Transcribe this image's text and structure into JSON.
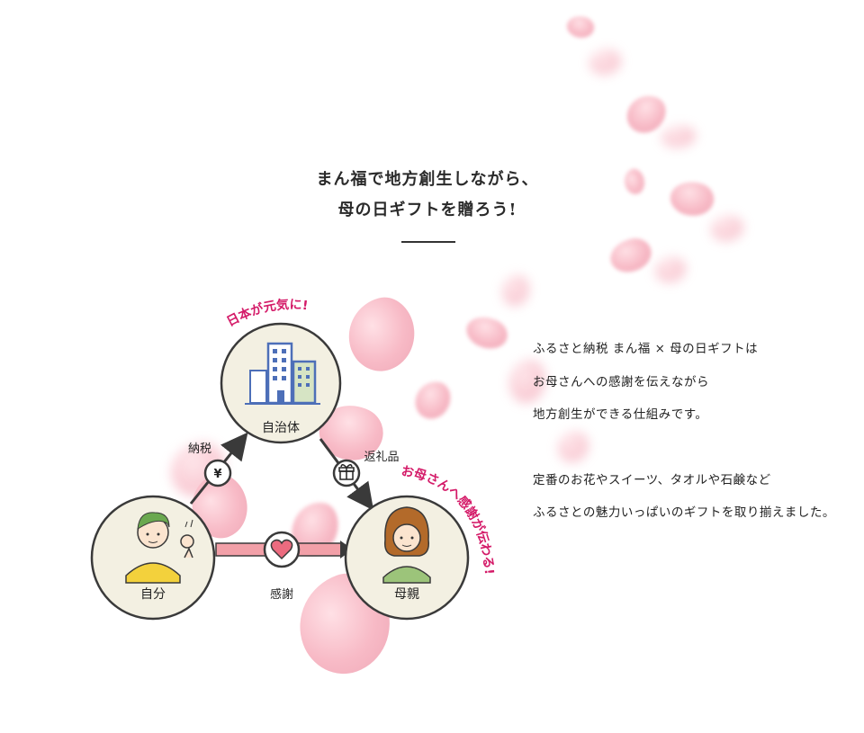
{
  "heading": {
    "line1": "まん福で地方創生しながら、",
    "line2": "母の日ギフトを贈ろう!"
  },
  "body": {
    "paragraph1": [
      "ふるさと納税 まん福 × 母の日ギフトは",
      "お母さんへの感謝を伝えながら",
      "地方創生ができる仕組みです。"
    ],
    "paragraph2": [
      "定番のお花やスイーツ、タオルや石鹸など",
      "ふるさとの魅力いっぱいのギフトを取り揃えました。"
    ]
  },
  "diagram": {
    "nodes": {
      "municipality": "自治体",
      "self": "自分",
      "mother": "母親"
    },
    "edges": {
      "tax": "納税",
      "gift": "返礼品",
      "thanks": "感謝"
    },
    "badges": {
      "yen": "¥"
    },
    "arc_labels": {
      "japan": "日本が元気に!",
      "mother": "お母さんへ感謝が伝わる!"
    },
    "colors": {
      "node_fill": "#f3f0e2",
      "node_stroke": "#3a3a3a",
      "pink_accent": "#d41a68",
      "thanks_arrow": "#f2a0a8",
      "heart": "#ec6b7f",
      "building": "#4d6fb8",
      "shirt": "#f3d13c",
      "hair_mother": "#b36a2a"
    }
  }
}
